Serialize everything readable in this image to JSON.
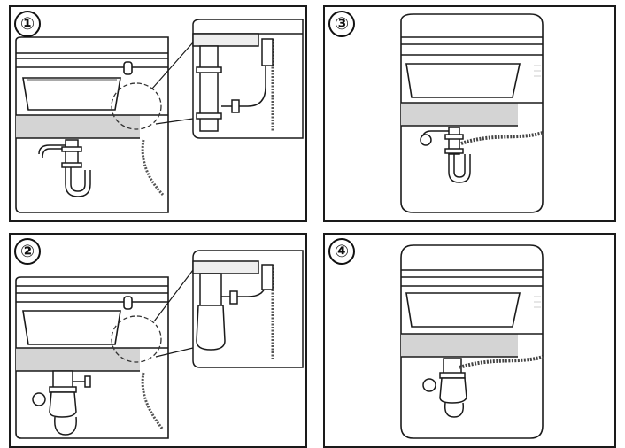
{
  "steps": [
    {
      "number": "①"
    },
    {
      "number": "③"
    },
    {
      "number": "②"
    },
    {
      "number": "④"
    }
  ],
  "colors": {
    "line": "#1a1a1a",
    "countertop": "#d4d4d4",
    "cabinet": "#ffffff",
    "hose": "#444444"
  },
  "icons": [
    "sink-cabinet-scene",
    "drain-trap",
    "drain-hose",
    "magnifier-callout",
    "garbage-disposal"
  ]
}
